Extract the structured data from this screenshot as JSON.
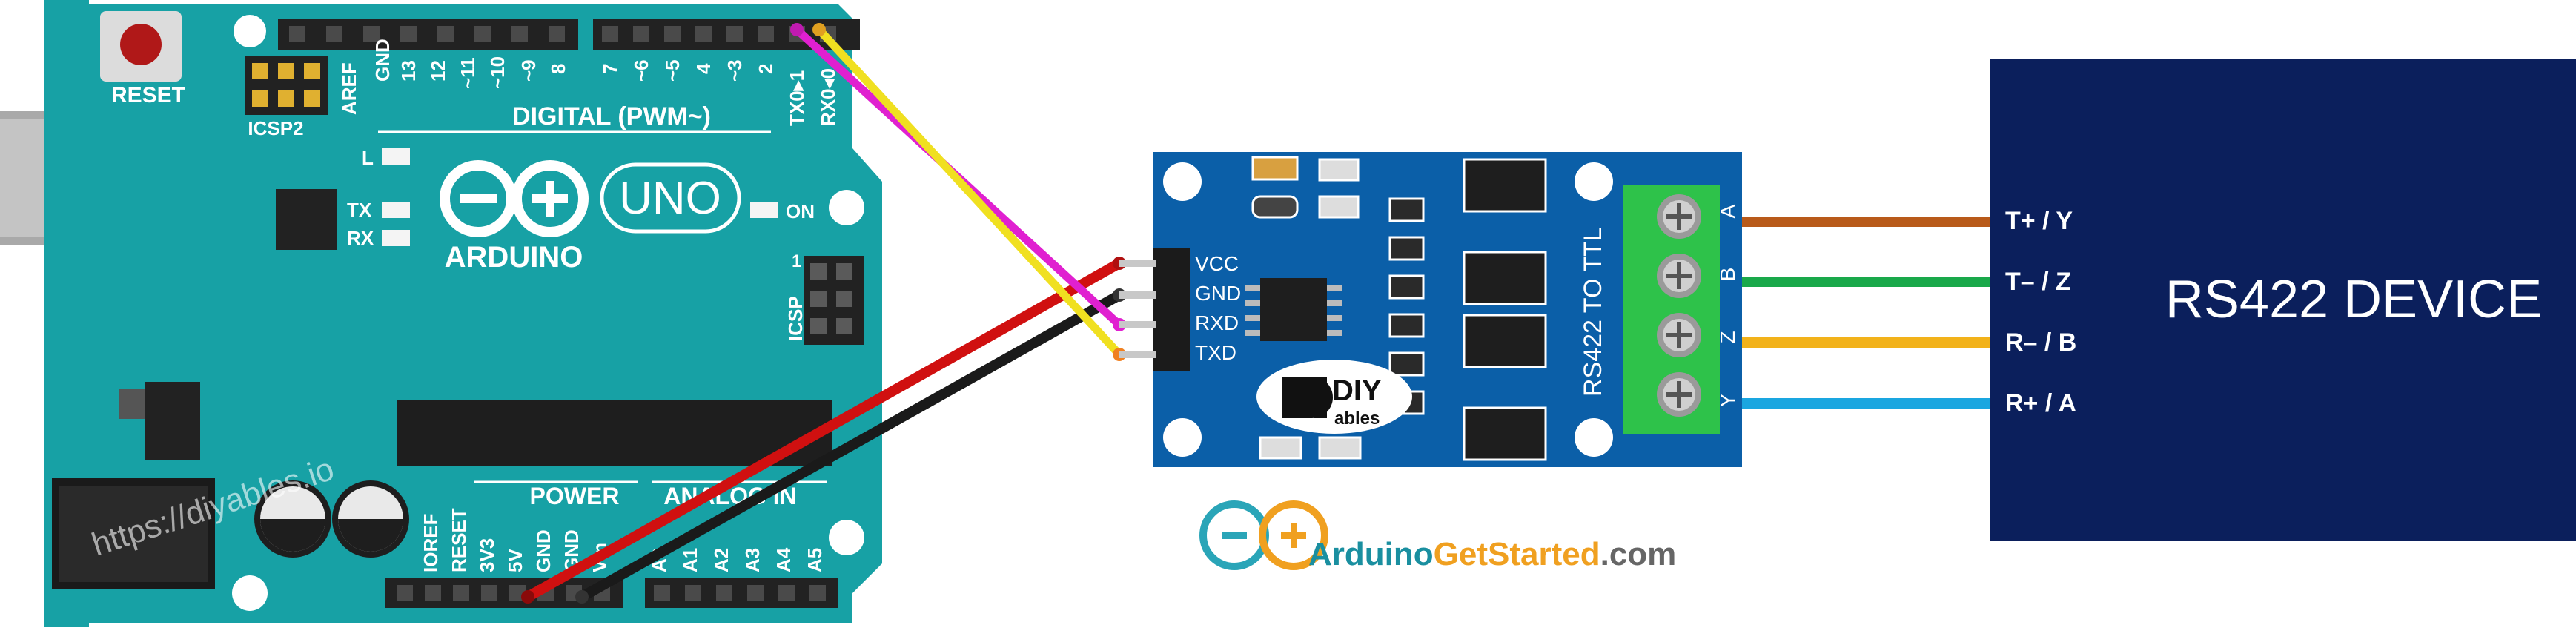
{
  "arduino": {
    "reset_label": "RESET",
    "icsp2_label": "ICSP2",
    "icsp_label": "ICSP",
    "icsp_pin1": "1",
    "top_header_labels": [
      "AREF",
      "GND",
      "13",
      "12",
      "~11",
      "~10",
      "~9",
      "8"
    ],
    "top_header_labels2": [
      "7",
      "~6",
      "~5",
      "4",
      "~3",
      "2",
      "TX0▸1",
      "RX0◂0"
    ],
    "digital_label": "DIGITAL (PWM~)",
    "led_l": "L",
    "led_tx": "TX",
    "led_rx": "RX",
    "led_on": "ON",
    "brand": "ARDUINO",
    "model": "UNO",
    "power_label": "POWER",
    "analog_label": "ANALOG IN",
    "power_pins": [
      "IOREF",
      "RESET",
      "3V3",
      "5V",
      "GND",
      "GND",
      "Vin"
    ],
    "analog_pins": [
      "A0",
      "A1",
      "A2",
      "A3",
      "A4",
      "A5"
    ],
    "watermark": "https://diyables.io"
  },
  "module": {
    "pins": [
      "VCC",
      "GND",
      "RXD",
      "TXD"
    ],
    "title": "RS422 TO TTL",
    "terminals": [
      "A",
      "B",
      "Z",
      "Y"
    ],
    "logo_text": "DIY",
    "logo_sub": "ables"
  },
  "device": {
    "title": "RS422 DEVICE",
    "signals": [
      "T+ / Y",
      "T– / Z",
      "R– / B",
      "R+ / A"
    ]
  },
  "site": {
    "name_part1": "Arduino",
    "name_part2": "GetStarted",
    "name_part3": ".com"
  },
  "colors": {
    "board": "#17a1a5",
    "module": "#0b5fa8",
    "device": "#0b1f5c",
    "terminal": "#2ec24a",
    "wire_red": "#d01010",
    "wire_black": "#1a1a1a",
    "wire_magenta": "#e020d0",
    "wire_yellow": "#f0e020",
    "wire_brown": "#b85a1a",
    "wire_green": "#1aa84a",
    "wire_orange": "#f2b21a",
    "wire_blue": "#1aa6e0"
  }
}
